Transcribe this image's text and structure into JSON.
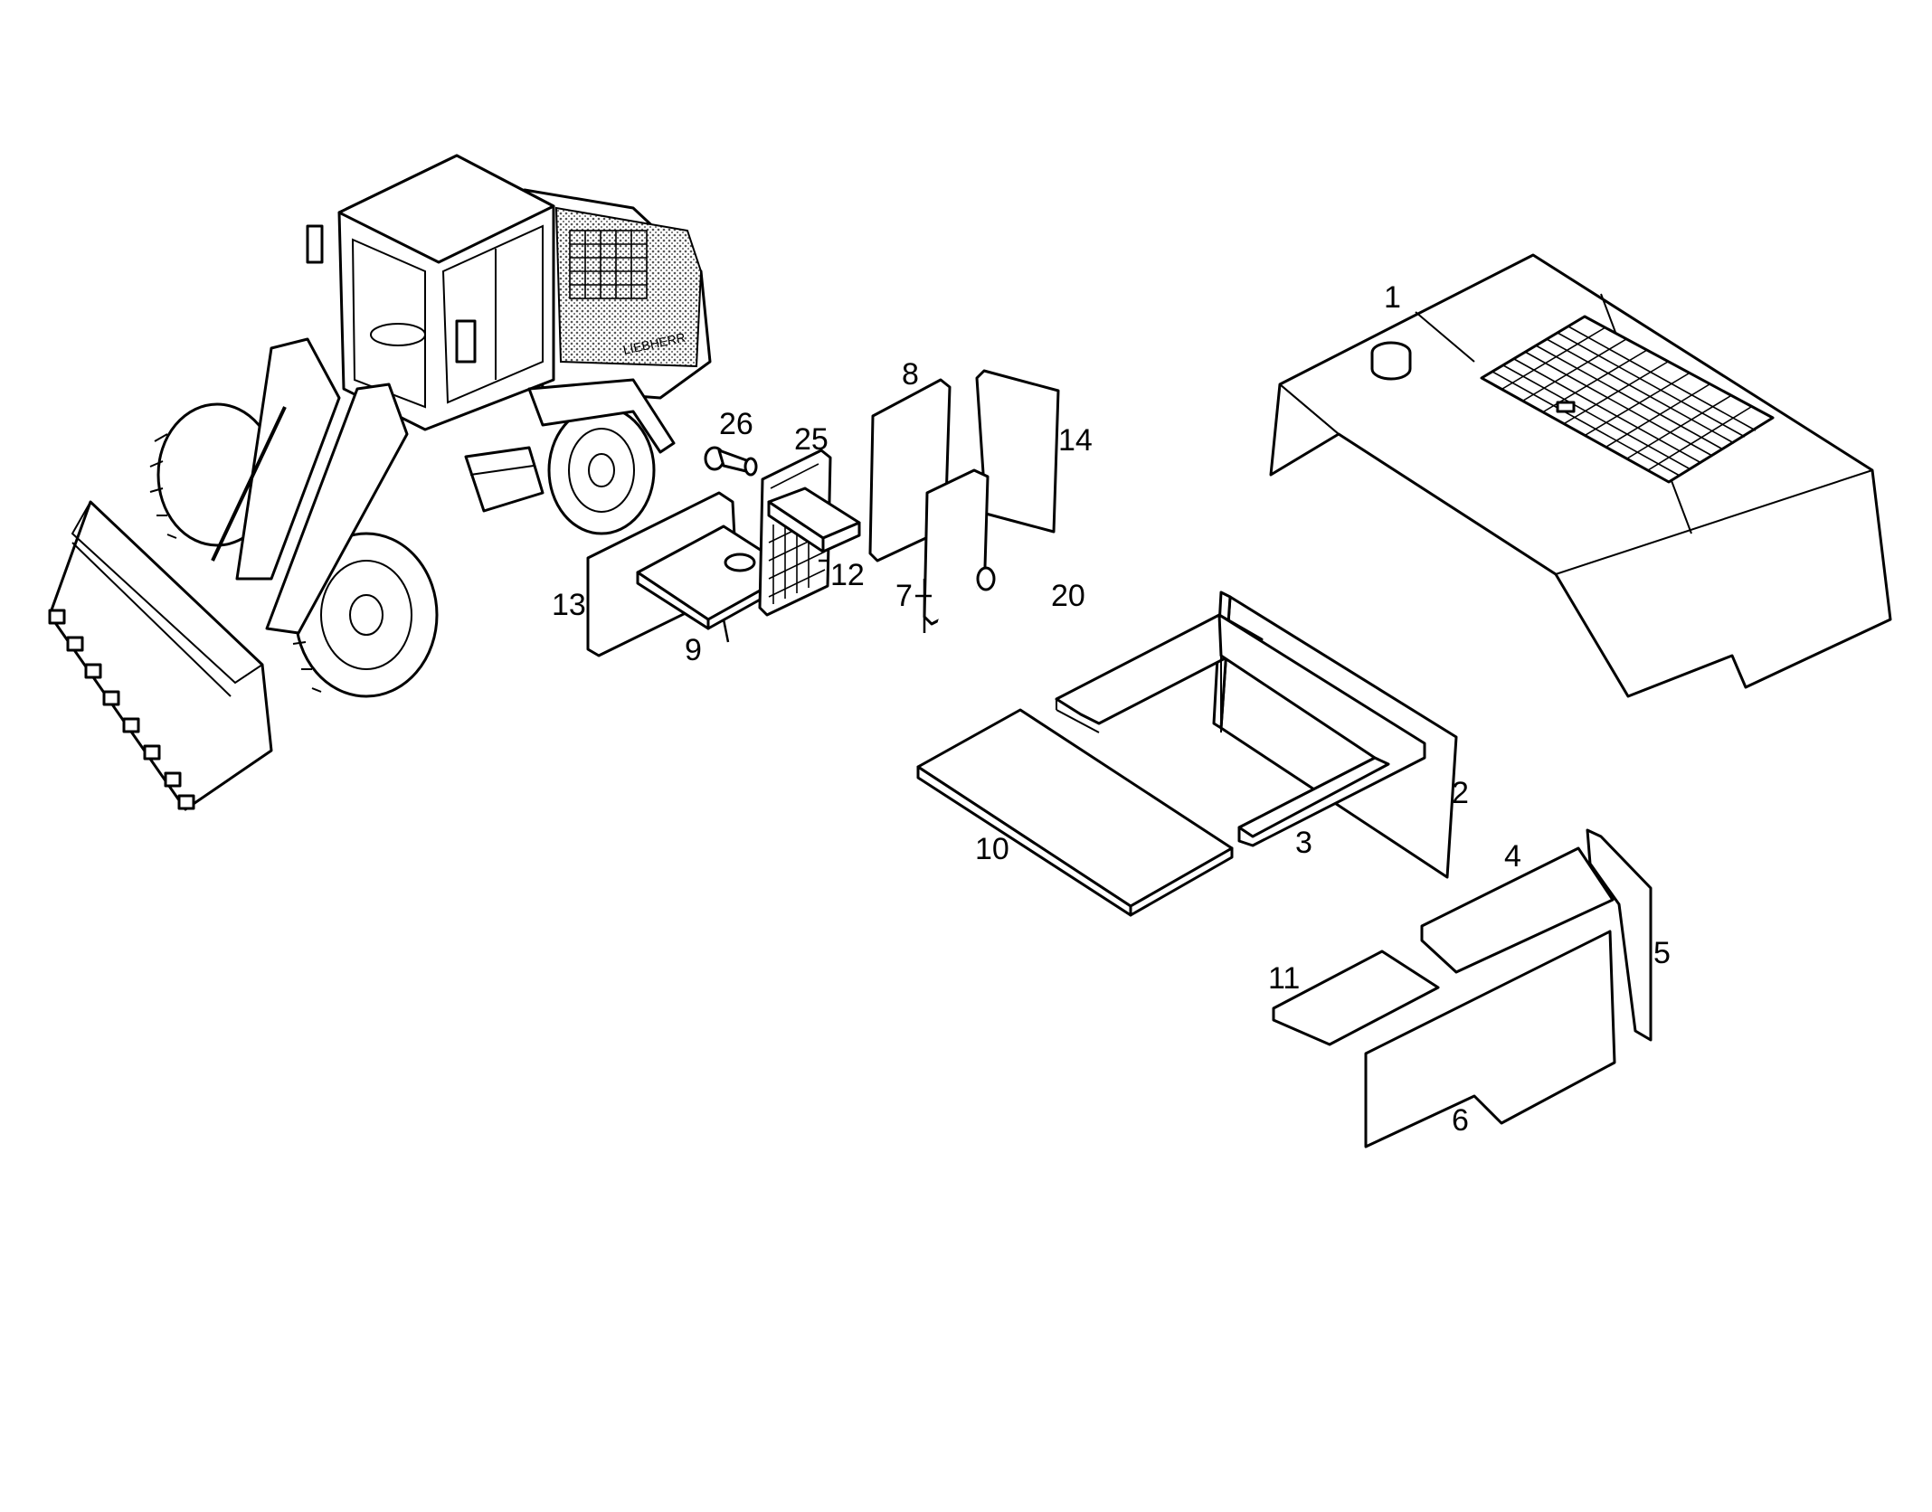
{
  "diagram": {
    "machine": {
      "brand_lettering": "LIEBHERR"
    },
    "callouts": [
      {
        "id": "1",
        "label": "1"
      },
      {
        "id": "2",
        "label": "2"
      },
      {
        "id": "3",
        "label": "3"
      },
      {
        "id": "4",
        "label": "4"
      },
      {
        "id": "5",
        "label": "5"
      },
      {
        "id": "6",
        "label": "6"
      },
      {
        "id": "7",
        "label": "7"
      },
      {
        "id": "8",
        "label": "8"
      },
      {
        "id": "9",
        "label": "9"
      },
      {
        "id": "10",
        "label": "10"
      },
      {
        "id": "11",
        "label": "11"
      },
      {
        "id": "12",
        "label": "12"
      },
      {
        "id": "13",
        "label": "13"
      },
      {
        "id": "14",
        "label": "14"
      },
      {
        "id": "20",
        "label": "20"
      },
      {
        "id": "25",
        "label": "25"
      },
      {
        "id": "26",
        "label": "26"
      }
    ]
  },
  "colors": {
    "ink": "#000000",
    "paper": "#ffffff",
    "hatch": "#bdbdbd"
  }
}
